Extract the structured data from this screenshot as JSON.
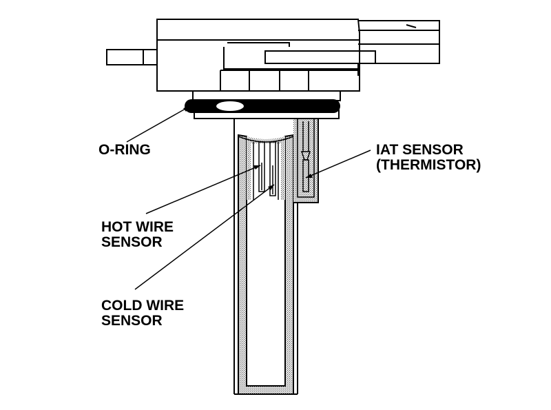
{
  "labels": {
    "o_ring": "O-RING",
    "hot_wire": [
      "HOT WIRE",
      "SENSOR"
    ],
    "cold_wire": [
      "COLD WIRE",
      "SENSOR"
    ],
    "iat_sensor": [
      "IAT SENSOR",
      "(THERMISTOR)"
    ]
  },
  "colors": {
    "ink": "#000000",
    "paper": "#ffffff",
    "stipple": "#9a9a9a"
  }
}
